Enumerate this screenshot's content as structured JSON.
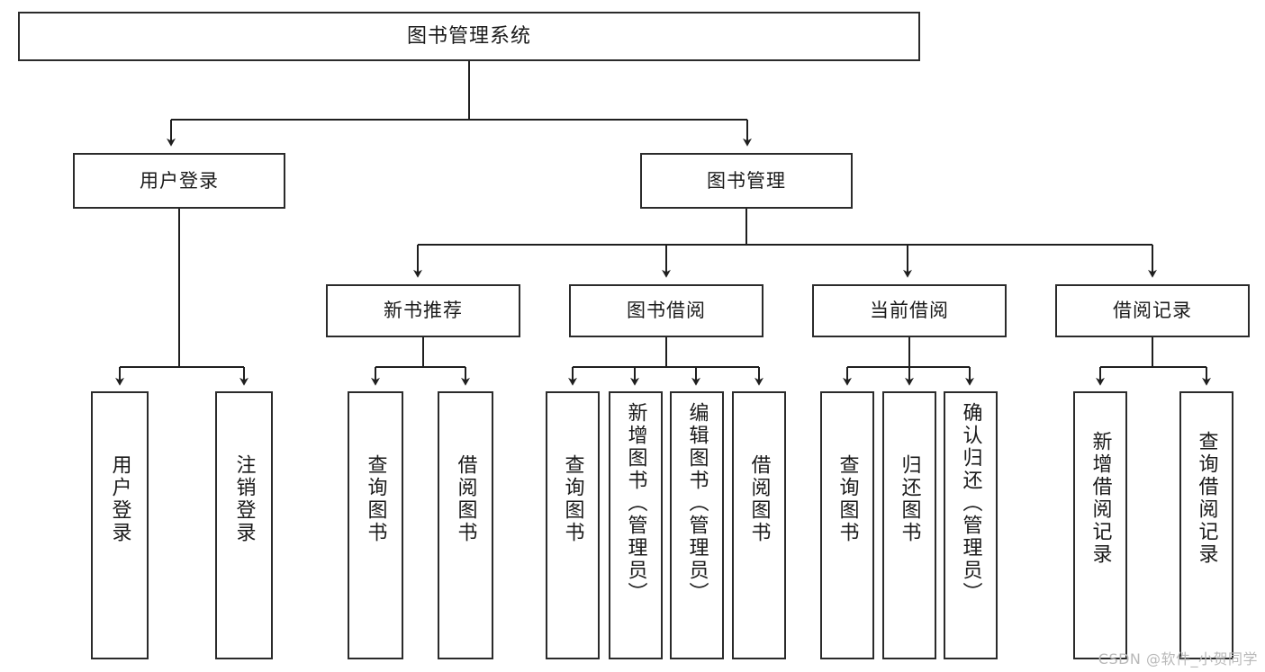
{
  "diagram": {
    "title": "图书管理系统",
    "type": "tree-hierarchy",
    "root": {
      "id": "root",
      "label": "图书管理系统"
    },
    "level2": [
      {
        "id": "user-login",
        "label": "用户登录"
      },
      {
        "id": "book-manage",
        "label": "图书管理"
      }
    ],
    "level3": [
      {
        "id": "new-book-rec",
        "label": "新书推荐",
        "parent": "book-manage"
      },
      {
        "id": "book-borrow",
        "label": "图书借阅",
        "parent": "book-manage"
      },
      {
        "id": "current-borrow",
        "label": "当前借阅",
        "parent": "book-manage"
      },
      {
        "id": "borrow-record",
        "label": "借阅记录",
        "parent": "book-manage"
      }
    ],
    "leaves": [
      {
        "id": "leaf-user-login",
        "label": "用户登录",
        "parent": "user-login"
      },
      {
        "id": "leaf-logout",
        "label": "注销登录",
        "parent": "user-login"
      },
      {
        "id": "leaf-query-book-rec",
        "label": "查询图书",
        "parent": "new-book-rec"
      },
      {
        "id": "leaf-borrow-book-rec",
        "label": "借阅图书",
        "parent": "new-book-rec"
      },
      {
        "id": "leaf-query-book-br",
        "label": "查询图书",
        "parent": "book-borrow"
      },
      {
        "id": "leaf-add-book",
        "label": "新增图书（管理员）",
        "parent": "book-borrow"
      },
      {
        "id": "leaf-edit-book",
        "label": "编辑图书（管理员）",
        "parent": "book-borrow"
      },
      {
        "id": "leaf-borrow-book-br",
        "label": "借阅图书",
        "parent": "book-borrow"
      },
      {
        "id": "leaf-query-book-cb",
        "label": "查询图书",
        "parent": "current-borrow"
      },
      {
        "id": "leaf-return-book",
        "label": "归还图书",
        "parent": "current-borrow"
      },
      {
        "id": "leaf-confirm-return",
        "label": "确认归还（管理员）",
        "parent": "current-borrow"
      },
      {
        "id": "leaf-add-record",
        "label": "新增借阅记录",
        "parent": "borrow-record"
      },
      {
        "id": "leaf-query-record",
        "label": "查询借阅记录",
        "parent": "borrow-record"
      }
    ]
  },
  "watermark": {
    "text": "CSDN @软件_小贺同学"
  },
  "colors": {
    "box_border": "#2b2b2b",
    "box_fill": "#ffffff",
    "connector": "#1f1f1f",
    "text": "#1a1a1a",
    "watermark": "#b9b9b9",
    "background": "#ffffff"
  }
}
